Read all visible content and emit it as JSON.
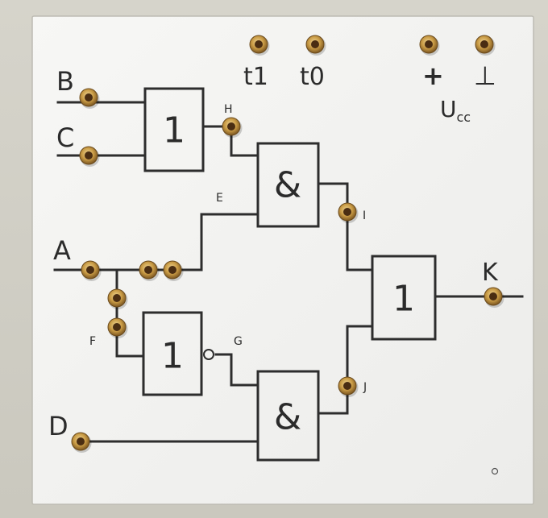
{
  "board": {
    "labels": {
      "B": "B",
      "C": "C",
      "A": "A",
      "D": "D",
      "E": "E",
      "F": "F",
      "G": "G",
      "H": "H",
      "I": "I",
      "J": "J",
      "K": "K",
      "t1": "t1",
      "t0": "t0",
      "plus": "+",
      "ground": "⊥",
      "ucc_u": "U",
      "ucc_sub": "cc"
    },
    "gates": {
      "or1": "1",
      "and1": "&",
      "not1": "1",
      "and2": "&",
      "or2": "1"
    }
  },
  "colors": {
    "board": "#f4f4f2",
    "trace": "#2d2d2d",
    "socket_ring": "#c9a25a",
    "socket_hole": "#4a2d12"
  }
}
